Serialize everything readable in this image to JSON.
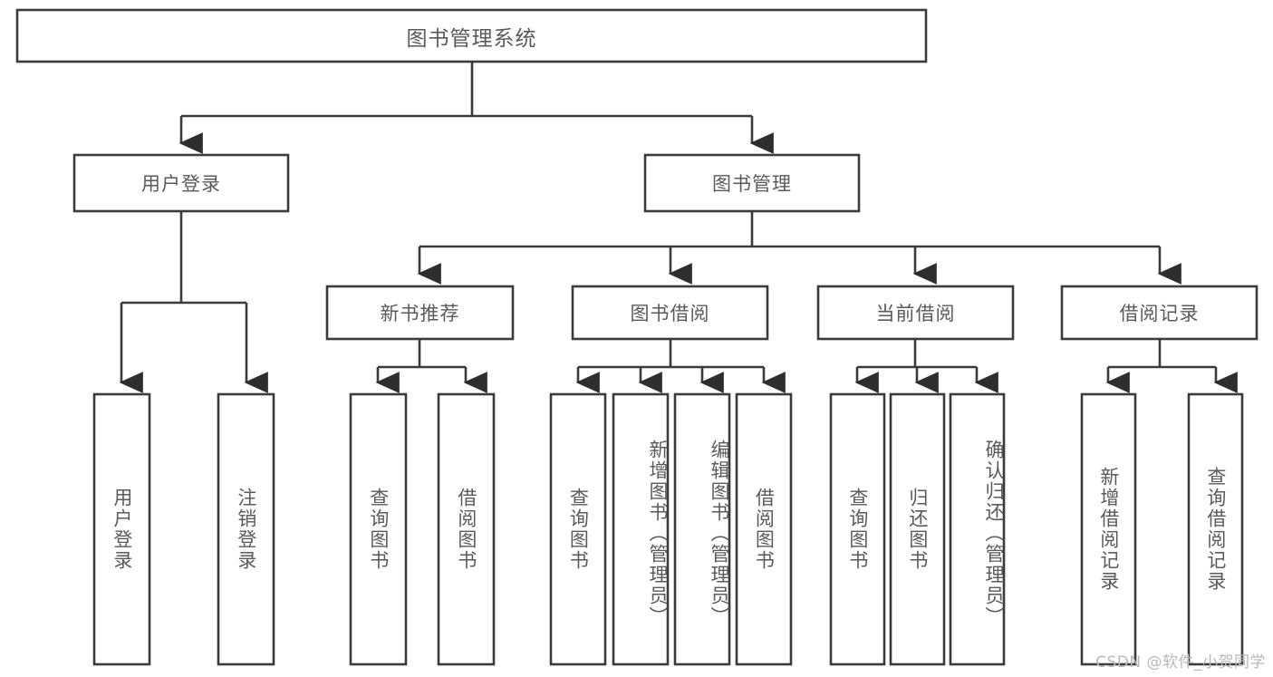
{
  "diagram": {
    "type": "tree-hierarchy-function-structure",
    "title": "图书管理系统",
    "watermark": "CSDN @软件_小贺同学",
    "colors": {
      "box_stroke": "#3b3b3b",
      "box_fill": "#ffffff",
      "text": "#5a5a5a",
      "connector": "#3b3b3b",
      "watermark": "#b9b9b9",
      "background": "#ffffff"
    },
    "root": {
      "label": "图书管理系统"
    },
    "level2": [
      {
        "label": "用户登录"
      },
      {
        "label": "图书管理"
      }
    ],
    "level3": [
      {
        "label": "新书推荐"
      },
      {
        "label": "图书借阅"
      },
      {
        "label": "当前借阅"
      },
      {
        "label": "借阅记录"
      }
    ],
    "leaves": {
      "user_login": [
        {
          "label": "用户登录"
        },
        {
          "label": "注销登录"
        }
      ],
      "new_book_recommend": [
        {
          "label": "查询图书"
        },
        {
          "label": "借阅图书"
        }
      ],
      "book_borrow": [
        {
          "label": "查询图书"
        },
        {
          "label": "新增图书（管理员）"
        },
        {
          "label": "编辑图书（管理员）"
        },
        {
          "label": "借阅图书"
        }
      ],
      "current_borrow": [
        {
          "label": "查询图书"
        },
        {
          "label": "归还图书"
        },
        {
          "label": "确认归还（管理员）"
        }
      ],
      "borrow_record": [
        {
          "label": "新增借阅记录"
        },
        {
          "label": "查询借阅记录"
        }
      ]
    }
  }
}
